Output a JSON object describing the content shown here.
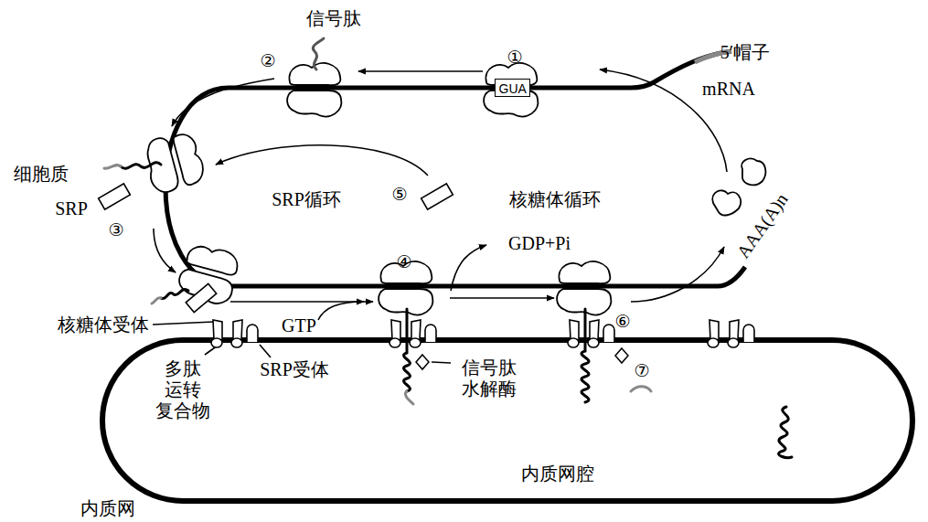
{
  "diagram": {
    "nodes": [
      {
        "text": [
          "内质网腔"
        ]
      },
      {
        "text": [
          "GUA"
        ]
      }
    ],
    "labels": [
      "信号肽",
      "①",
      "②",
      "5′帽子",
      "mRNA",
      "细胞质",
      "SRP",
      "③",
      "SRP循环",
      "⑤",
      "核糖体循环",
      "GDP+Pi",
      "④",
      "核糖体受体",
      "GTP",
      "⑥",
      "多肽 运转 复合物",
      "SRP受体",
      "信号肽 水解酶",
      "⑦",
      "AAA(A)n",
      "内质网"
    ]
  }
}
